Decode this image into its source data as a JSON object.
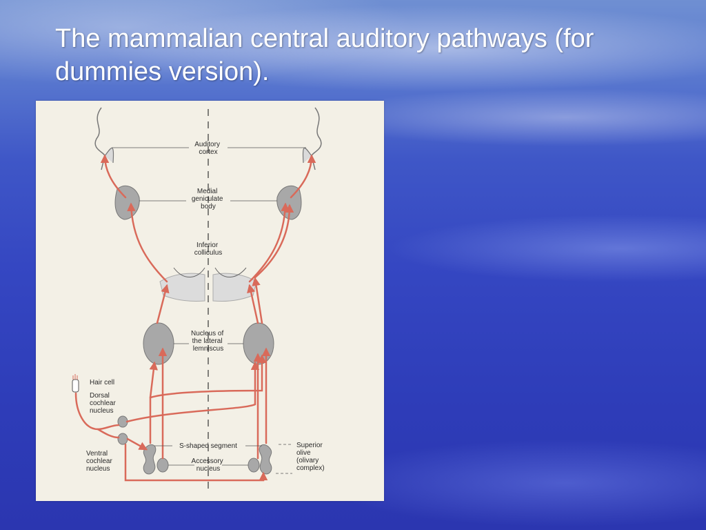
{
  "slide": {
    "title": "The mammalian central auditory pathways (for dummies version)."
  },
  "diagram": {
    "labels": {
      "auditory_cortex": [
        "Auditory",
        "cortex"
      ],
      "medial_geniculate_body": [
        "Medial",
        "geniculate",
        "body"
      ],
      "inferior_colliculus": [
        "Inferior",
        "colliculus"
      ],
      "nucleus_lateral_lemniscus": [
        "Nucleus of",
        "the lateral",
        "lemniscus"
      ],
      "hair_cell": [
        "Hair cell"
      ],
      "dorsal_cochlear_nucleus": [
        "Dorsal",
        "cochlear",
        "nucleus"
      ],
      "ventral_cochlear_nucleus": [
        "Ventral",
        "cochlear",
        "nucleus"
      ],
      "s_shaped_segment": [
        "S-shaped segment"
      ],
      "accessory_nucleus": [
        "Accessory",
        "nucleus"
      ],
      "superior_olive": [
        "Superior",
        "olive",
        "(olivary",
        "complex)"
      ]
    },
    "colors": {
      "pathway": "#d96a5a",
      "nucleus_fill": "#a8a8a8",
      "leader_line": "#555555",
      "panel": "#f3f0e6"
    }
  }
}
